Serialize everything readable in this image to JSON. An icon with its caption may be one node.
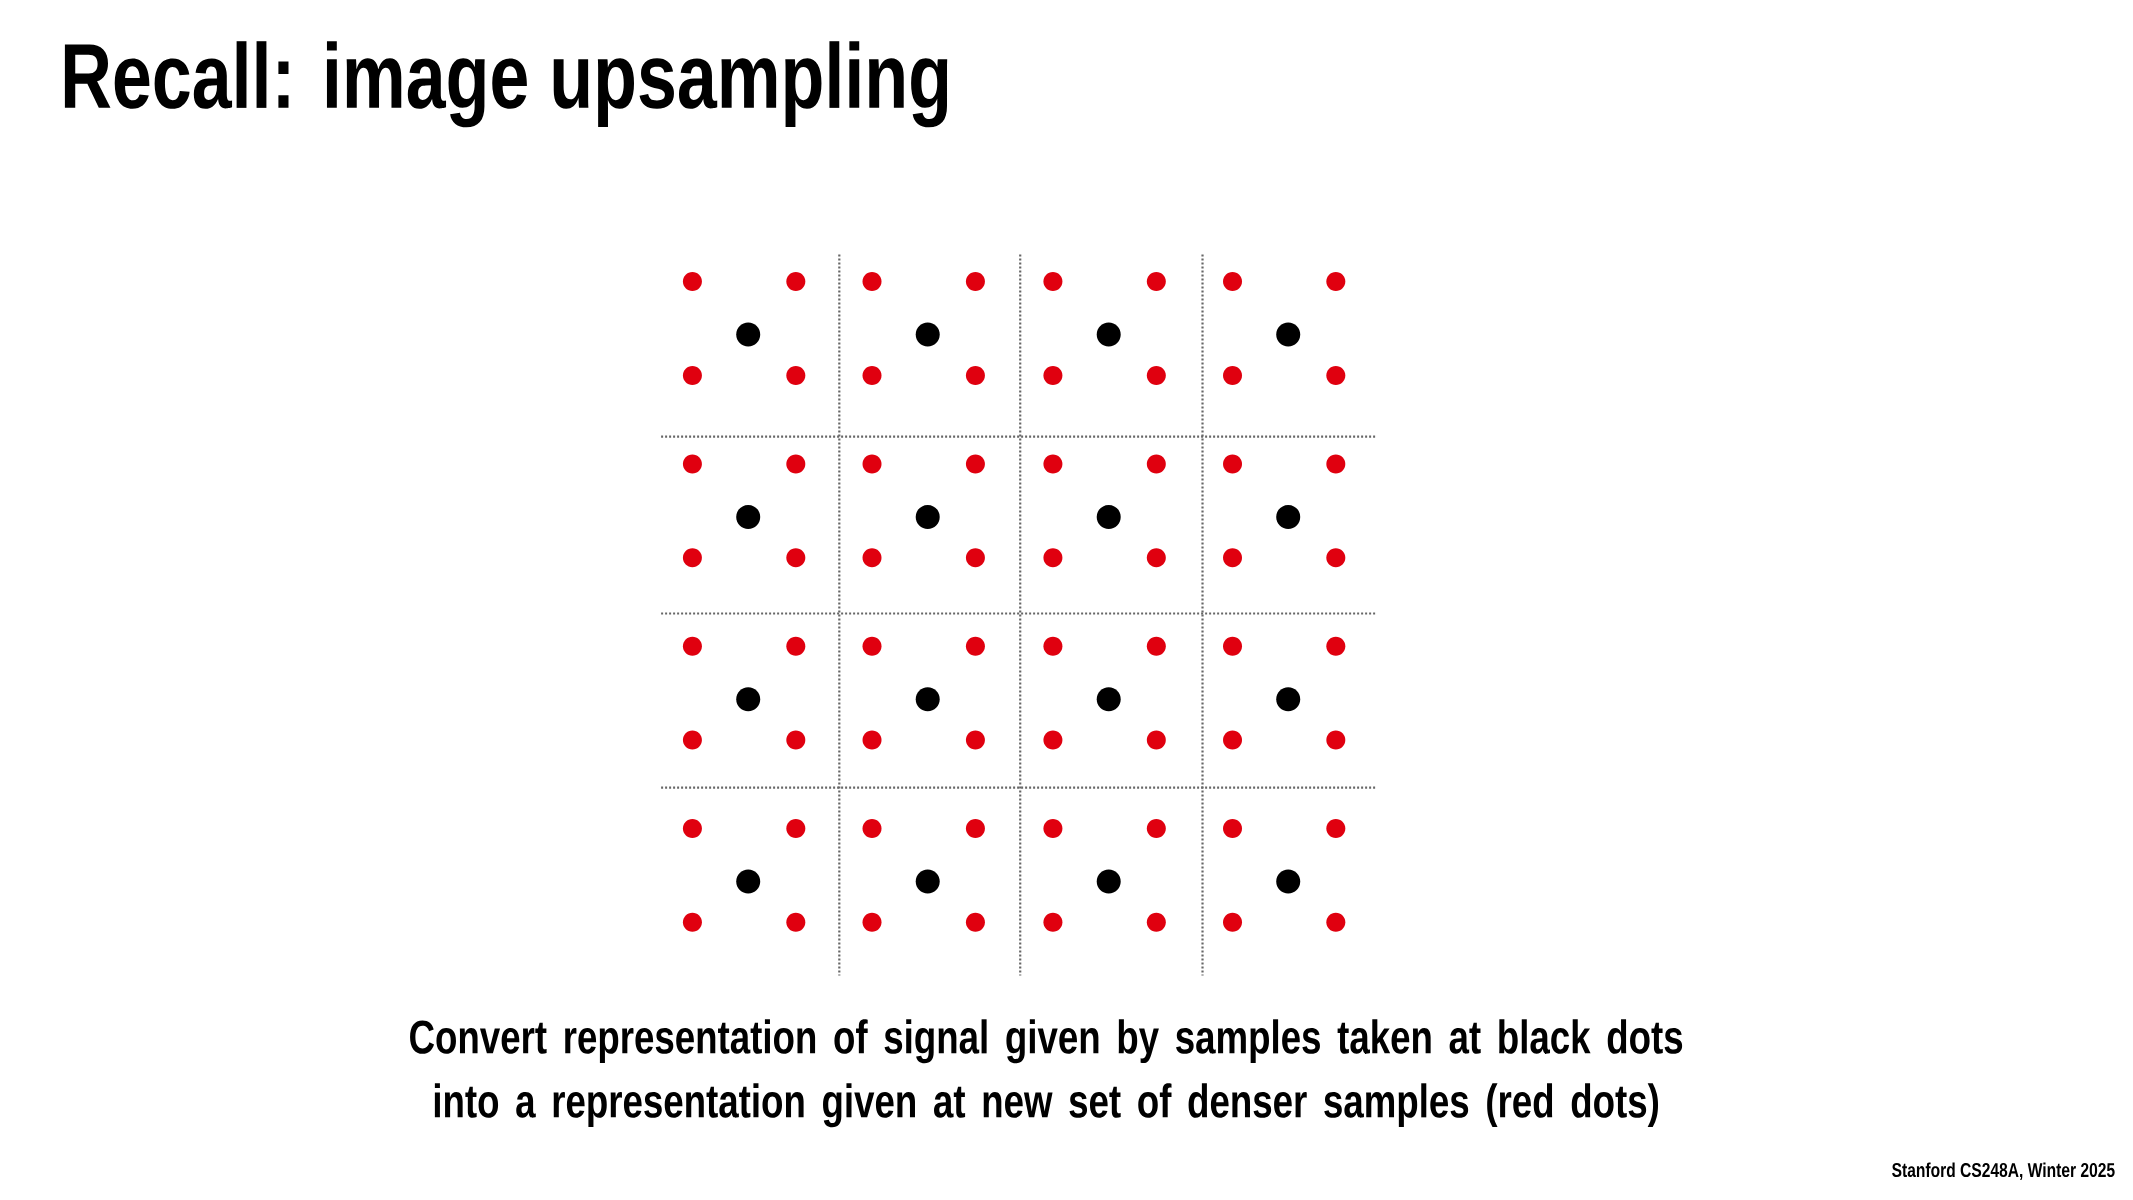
{
  "diagram": {
    "title": "Recall: image upsampling",
    "caption": "Convert representation of signal given by samples taken at black dots into a representation given at new set of denser samples (red dots)",
    "labels": [
      "Stanford CS248A, Winter 2025"
    ]
  }
}
